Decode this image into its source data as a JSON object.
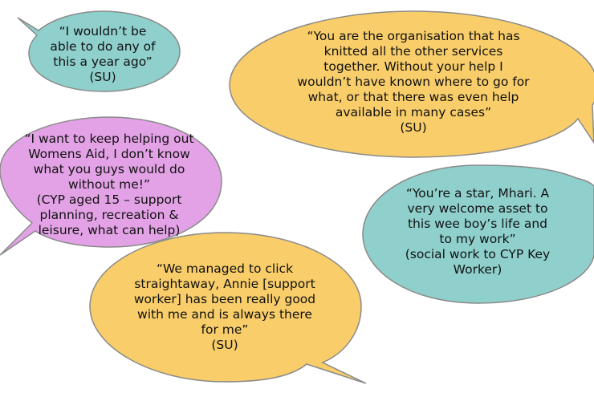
{
  "bubbles": [
    {
      "id": "b1",
      "color": "#8fd0cc",
      "lines": [
        "“I wouldn’t be",
        "able to do any of",
        "this a year ago”",
        "(SU)"
      ]
    },
    {
      "id": "b2",
      "color": "#f8cd6a",
      "lines": [
        "“You are the organisation that has",
        "knitted all the other services",
        "together. Without your help I",
        "wouldn’t have known where to go for",
        "what, or that there was even help",
        "available in many cases”",
        "(SU)"
      ]
    },
    {
      "id": "b3",
      "color": "#e3a2e6",
      "lines": [
        "“I want to keep helping out",
        "Womens Aid, I don’t know",
        "what you guys would do",
        "without me!”",
        "(CYP aged 15 – support",
        "planning, recreation &",
        "leisure, what can help)"
      ]
    },
    {
      "id": "b4",
      "color": "#8fd0cc",
      "lines": [
        "“You’re a star, Mhari. A",
        "very welcome asset to",
        "this wee boy’s life and",
        "to my work”",
        "(social work to CYP Key",
        "Worker)"
      ]
    },
    {
      "id": "b5",
      "color": "#f8cd6a",
      "lines": [
        "“We managed to click",
        "straightaway, Annie [support",
        "worker] has been really good",
        "with me and is always there",
        "for me”",
        "(SU)"
      ]
    }
  ]
}
